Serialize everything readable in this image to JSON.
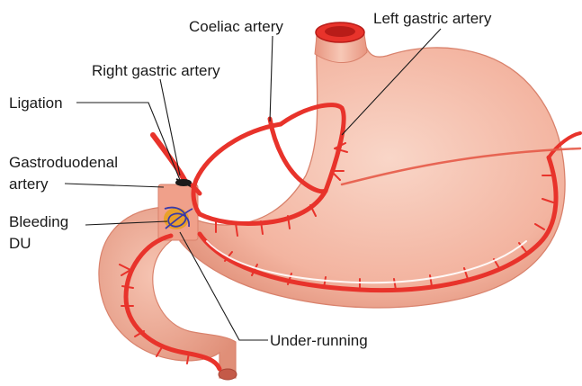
{
  "labels": {
    "coeliac": "Coeliac artery",
    "left_gastric": "Left gastric artery",
    "right_gastric": "Right gastric artery",
    "ligation": "Ligation",
    "gastroduodenal_1": "Gastroduodenal",
    "gastroduodenal_2": "artery",
    "bleeding_1": "Bleeding",
    "bleeding_2": "DU",
    "under_running": "Under-running"
  },
  "colors": {
    "artery": "#e8332b",
    "artery_dark": "#b81c18",
    "stomach_fill": "#f4b8a4",
    "stomach_light": "#f9d3c4",
    "stomach_edge": "#d9826c",
    "suture": "#3a3aa8",
    "ulcer": "#e8a020"
  }
}
